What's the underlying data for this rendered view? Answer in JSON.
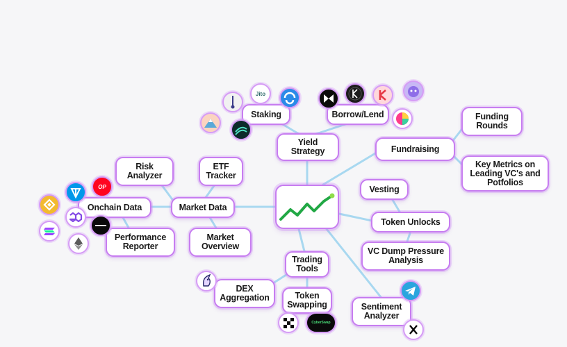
{
  "nodes": {
    "staking": "Staking",
    "borrow_lend": "Borrow/Lend",
    "yield_strategy": "Yield\nStrategy",
    "funding_rounds": "Funding\nRounds",
    "fundraising": "Fundraising",
    "key_metrics": "Key Metrics on\nLeading VC's and\nPotfolios",
    "risk_analyzer": "Risk\nAnalyzer",
    "etf_tracker": "ETF\nTracker",
    "onchain_data": "Onchain Data",
    "market_data": "Market Data",
    "performance_reporter": "Performance\nReporter",
    "market_overview": "Market\nOverview",
    "vesting": "Vesting",
    "token_unlocks": "Token Unlocks",
    "vc_dump": "VC Dump Pressure\nAnalysis",
    "trading_tools": "Trading\nTools",
    "dex_aggregation": "DEX\nAggregation",
    "token_swapping": "Token\nSwapping",
    "sentiment_analyzer": "Sentiment\nAnalyzer"
  },
  "icon_labels": {
    "jito": "Jito",
    "op": "OP",
    "cyberswap": "CyberSwap"
  },
  "icons": [
    "jito-icon",
    "blue-swirl-icon",
    "gauge-needle-icon",
    "mountain-icon",
    "teal-wave-icon",
    "butterfly-icon",
    "k-dark-icon",
    "k-red-icon",
    "purple-face-icon",
    "rainbow-circle-icon",
    "op-icon",
    "ton-icon",
    "bnb-icon",
    "polygon-icon",
    "solana-icon",
    "ethereum-icon",
    "minus-circle-icon",
    "unicorn-icon",
    "checker-icon",
    "cyberswap-icon",
    "telegram-icon",
    "x-icon"
  ],
  "colors": {
    "border": "#c77df0",
    "link": "#a8d8f0",
    "chart_line": "#22a845",
    "chart_dot": "#8fdc4a"
  }
}
